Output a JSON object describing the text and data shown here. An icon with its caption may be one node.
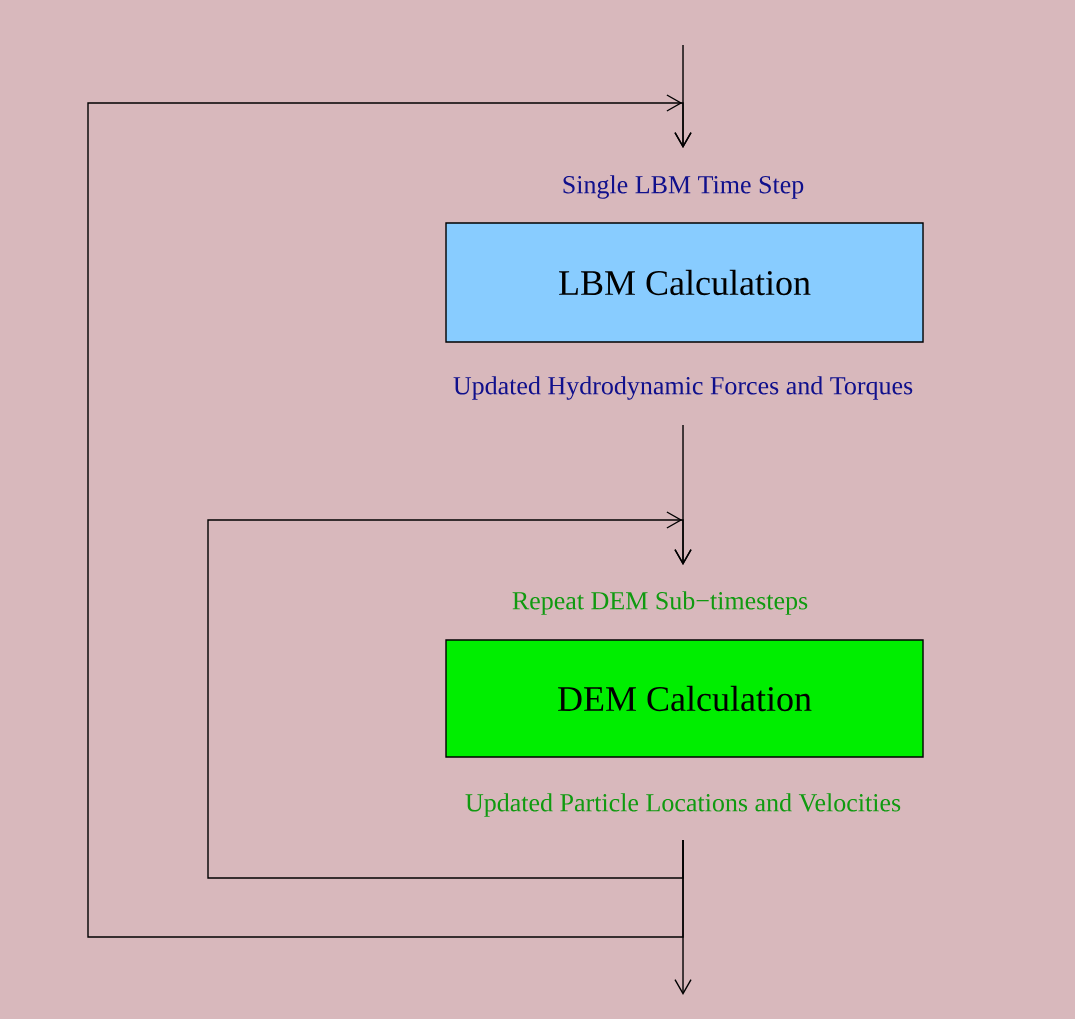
{
  "diagram": {
    "nodes": [
      {
        "text": [
          "LBM Calculation"
        ],
        "beside": [
          "Single LBM Time Step",
          "Updated Hydrodynamic Forces and Torques"
        ]
      },
      {
        "text": [
          "DEM Calculation"
        ],
        "beside": [
          "Repeat DEM Sub−timesteps",
          "Updated Particle Locations and Velocities"
        ]
      }
    ],
    "edges": [
      {
        "from": null,
        "to": 0,
        "arrow": "to"
      },
      {
        "from": 0,
        "to": 1,
        "arrow": "to"
      },
      {
        "from": 1,
        "to": 1,
        "arrow": "to"
      },
      {
        "from": 1,
        "to": 0,
        "arrow": "to"
      },
      {
        "from": 1,
        "to": null,
        "arrow": "to"
      }
    ]
  }
}
